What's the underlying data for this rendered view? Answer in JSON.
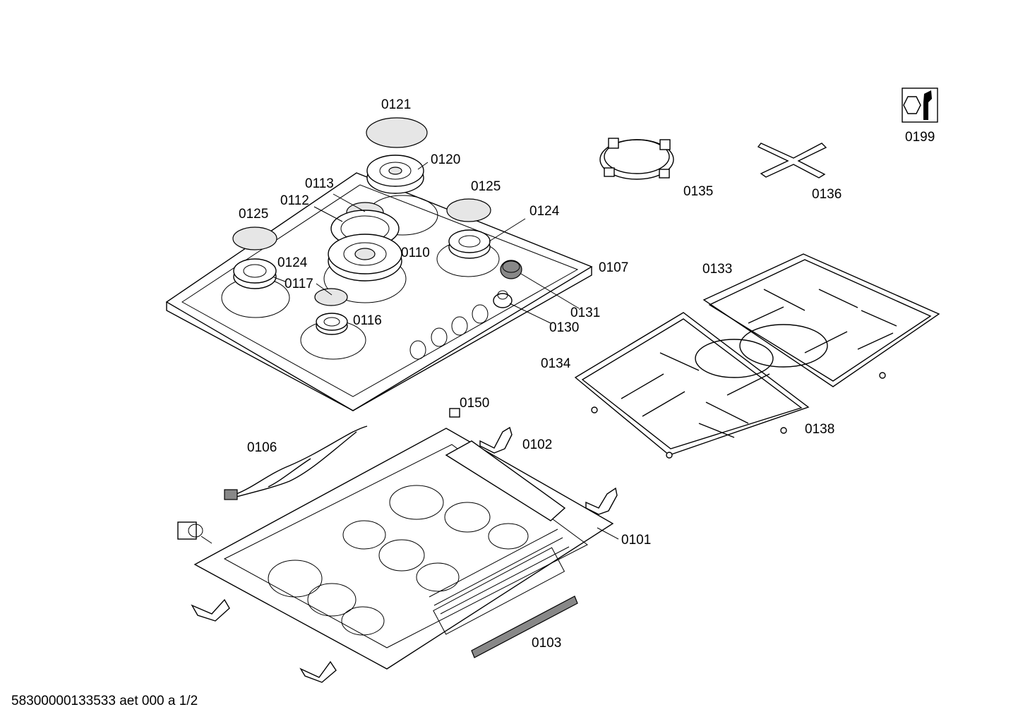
{
  "diagram": {
    "labels": [
      {
        "id": "p0121",
        "text": "0121"
      },
      {
        "id": "p0120",
        "text": "0120"
      },
      {
        "id": "p0113",
        "text": "0113"
      },
      {
        "id": "p0112",
        "text": "0112"
      },
      {
        "id": "p0125a",
        "text": "0125"
      },
      {
        "id": "p0125b",
        "text": "0125"
      },
      {
        "id": "p0124a",
        "text": "0124"
      },
      {
        "id": "p0124b",
        "text": "0124"
      },
      {
        "id": "p0110",
        "text": "0110"
      },
      {
        "id": "p0117",
        "text": "0117"
      },
      {
        "id": "p0116",
        "text": "0116"
      },
      {
        "id": "p0107",
        "text": "0107"
      },
      {
        "id": "p0131",
        "text": "0131"
      },
      {
        "id": "p0130",
        "text": "0130"
      },
      {
        "id": "p0135",
        "text": "0135"
      },
      {
        "id": "p0136",
        "text": "0136"
      },
      {
        "id": "p0199",
        "text": "0199"
      },
      {
        "id": "p0133",
        "text": "0133"
      },
      {
        "id": "p0134",
        "text": "0134"
      },
      {
        "id": "p0138",
        "text": "0138"
      },
      {
        "id": "p0150",
        "text": "0150"
      },
      {
        "id": "p0106",
        "text": "0106"
      },
      {
        "id": "p0102",
        "text": "0102"
      },
      {
        "id": "p0101",
        "text": "0101"
      },
      {
        "id": "p0103",
        "text": "0103"
      }
    ],
    "footer": "58300000133533 aet 000 a 1/2",
    "icons": {
      "service_tool": "wrench-nut-icon"
    }
  }
}
